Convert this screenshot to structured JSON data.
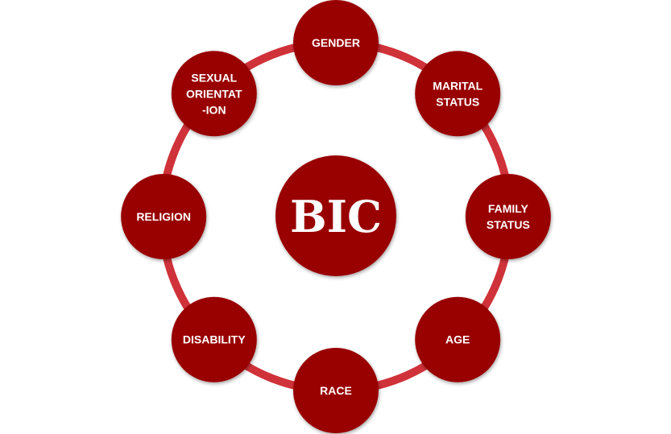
{
  "colors": {
    "ring": "#d0323a",
    "node": "#990000",
    "text": "#ffffff"
  },
  "center": {
    "label": "BIC"
  },
  "nodes": [
    {
      "label": [
        "GENDER"
      ]
    },
    {
      "label": [
        "MARITAL",
        "STATUS"
      ]
    },
    {
      "label": [
        "FAMILY",
        "STATUS"
      ]
    },
    {
      "label": [
        "AGE"
      ]
    },
    {
      "label": [
        "RACE"
      ]
    },
    {
      "label": [
        "DISABILITY"
      ]
    },
    {
      "label": [
        "RELIGION"
      ]
    },
    {
      "label": [
        "SEXUAL",
        "ORIENTAT",
        "-ION"
      ]
    }
  ]
}
